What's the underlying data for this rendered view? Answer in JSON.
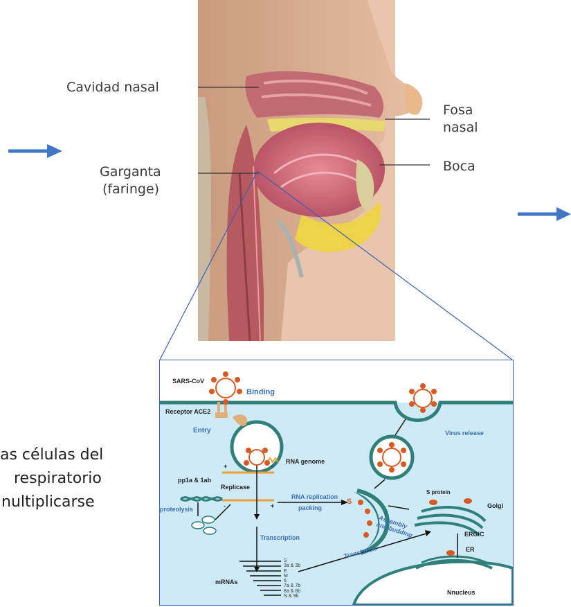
{
  "anatomy": {
    "labels": {
      "nasal_cavity": "Cavidad nasal",
      "throat_line1": "Garganta",
      "throat_line2": "(faringe)",
      "nostril_line1": "Fosa",
      "nostril_line2": "nasal",
      "mouth": "Boca"
    }
  },
  "side_text": {
    "lines": [
      "as células del",
      "respiratorio",
      "nultiplicarse"
    ]
  },
  "diagram": {
    "sars_cov": "SARS-CoV",
    "binding": "Binding",
    "receptor": "Receptor",
    "ace2": "ACE2",
    "entry": "Entry",
    "virus_release": "Virus release",
    "rna_genome": "RNA genome",
    "pp1a": "pp1a & 1ab",
    "replicase": "Replicase",
    "proteolysis": "proteolysis",
    "rna_replication": "RNA replication",
    "packing": "packing",
    "assembly_line1": "Assembly",
    "assembly_line2": "and budding",
    "s_protein": "S protein",
    "golgi": "Golgi",
    "ergic": "ERGIC",
    "er": "ER",
    "transcription": "Transcription",
    "translation": "Translation",
    "mrnas": "mRNAs",
    "nucleus": "Nnucleus",
    "genes": [
      "S",
      "3a & 3b",
      "E",
      "M",
      "6",
      "7a & 7b",
      "8a & 8b",
      "N & 9b"
    ],
    "s_symbol": "S",
    "plus": "+",
    "minus": "-"
  },
  "colors": {
    "arrow_blue": "#3f76c6",
    "membrane_teal": "#2f7f7a",
    "cell_bg": "#cfeaf7",
    "virus_orange": "#d65a22",
    "label_blue": "#3d6fb3"
  }
}
